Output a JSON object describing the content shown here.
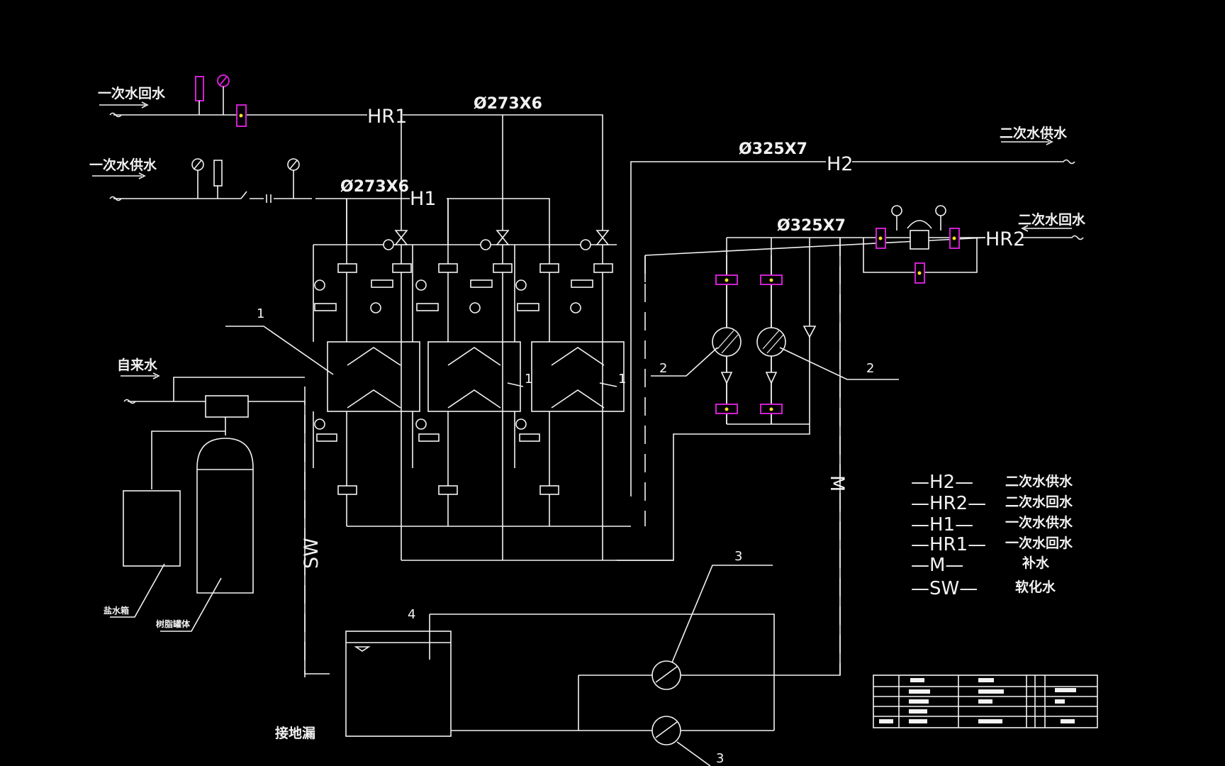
{
  "diagram": {
    "primary_return": "一次水回水",
    "primary_supply": "一次水供水",
    "secondary_supply": "二次水供水",
    "secondary_return": "二次水回水",
    "tap_water": "自来水",
    "salt_tank": "盐水箱",
    "softener": "树脂罐体",
    "floor_drain": "接地漏",
    "pipe_hr1": "HR1",
    "pipe_h1": "H1",
    "pipe_h2": "H2",
    "pipe_hr2": "HR2",
    "pipe_sw": "SW",
    "pipe_m": "M",
    "dn_273_a": "Ø273X6",
    "dn_273_b": "Ø273X6",
    "dn_325_a": "Ø325X7",
    "dn_325_b": "Ø325X7",
    "callouts": [
      "1",
      "1",
      "1",
      "2",
      "2",
      "3",
      "3",
      "4"
    ]
  },
  "legend": [
    {
      "code": "—H2—",
      "desc": "二次水供水"
    },
    {
      "code": "—HR2—",
      "desc": "二次水回水"
    },
    {
      "code": "—H1—",
      "desc": "一次水供水"
    },
    {
      "code": "—HR1—",
      "desc": "一次水回水"
    },
    {
      "code": "—M—",
      "desc": "补水"
    },
    {
      "code": "—SW—",
      "desc": "软化水"
    }
  ],
  "colors": {
    "line": "#f2f2f2",
    "instrument": "#d020d0",
    "marker": "#ffe020",
    "background": "#000000"
  }
}
